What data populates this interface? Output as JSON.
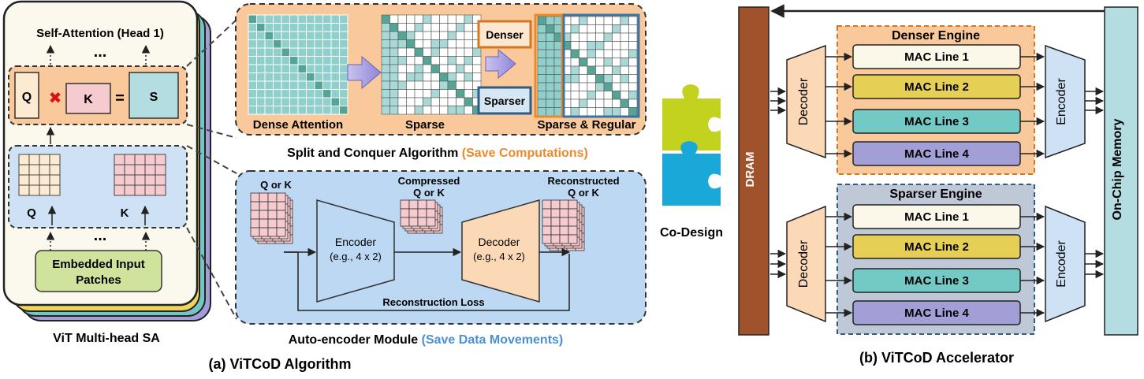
{
  "vit": {
    "title": "Self-Attention (Head 1)",
    "ellipsis_top": "...",
    "ellipsis_bottom": "...",
    "q": "Q",
    "k": "K",
    "s": "S",
    "eq": "=",
    "q_label": "Q",
    "k_label": "K",
    "embed_line1": "Embedded Input",
    "embed_line2": "Patches",
    "caption": "ViT Multi-head SA"
  },
  "split": {
    "dense_label": "Dense Attention",
    "sparse_label": "Sparse",
    "denser": "Denser",
    "sparser": "Sparser",
    "regular_label": "Sparse & Regular",
    "caption_main": "Split and Conquer Algorithm",
    "caption_accent": "(Save Computations)"
  },
  "ae": {
    "input_label": "Q or K",
    "compressed_line1": "Compressed",
    "compressed_line2": "Q or K",
    "recon_line1": "Reconstructed",
    "recon_line2": "Q or K",
    "encoder": "Encoder",
    "encoder_sub": "(e.g., 4 x 2)",
    "decoder": "Decoder",
    "decoder_sub": "(e.g., 4 x 2)",
    "loss": "Reconstruction Loss",
    "caption_main": "Auto-encoder Module",
    "caption_accent": "(Save Data Movements)"
  },
  "codesign": "Co-Design",
  "caption_a": "(a) ViTCoD Algorithm",
  "caption_b": "(b) ViTCoD Accelerator",
  "accel": {
    "dram": "DRAM",
    "onchip": "On-Chip Memory",
    "denser_engine": "Denser Engine",
    "sparser_engine": "Sparser Engine",
    "decoder": "Decoder",
    "encoder": "Encoder",
    "mac_lines": [
      "MAC Line 1",
      "MAC Line 2",
      "MAC Line 3",
      "MAC Line 4"
    ]
  },
  "colors": {
    "orange_bg": "#f9c89b",
    "blue_bg": "#bcd8f2",
    "orange_text": "#ec8a2a",
    "blue_text": "#4a90d9",
    "dram": "#a0522d",
    "onchip": "#b3dde0",
    "mac1": "#fbf8ea",
    "mac2": "#e6cf55",
    "mac3": "#73c9c4",
    "mac4": "#a19fd6"
  }
}
